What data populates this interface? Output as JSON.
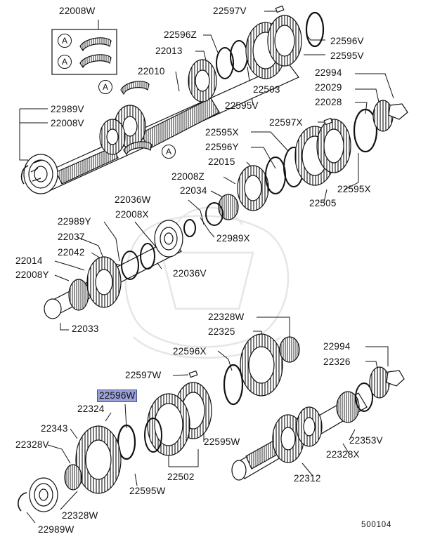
{
  "diagram": {
    "callout_letter": "A",
    "drawing_code": "500104",
    "parts": [
      {
        "id": "p1",
        "number": "22008W"
      },
      {
        "id": "p2",
        "number": "22597V"
      },
      {
        "id": "p3",
        "number": "22596Z"
      },
      {
        "id": "p4",
        "number": "22013"
      },
      {
        "id": "p5",
        "number": "22596V"
      },
      {
        "id": "p6",
        "number": "22595V"
      },
      {
        "id": "p7",
        "number": "22010"
      },
      {
        "id": "p8",
        "number": "22503"
      },
      {
        "id": "p9",
        "number": "22994"
      },
      {
        "id": "p10",
        "number": "22029"
      },
      {
        "id": "p11",
        "number": "22595V"
      },
      {
        "id": "p12",
        "number": "22989V"
      },
      {
        "id": "p13",
        "number": "22028"
      },
      {
        "id": "p14",
        "number": "22008V"
      },
      {
        "id": "p15",
        "number": "22597X"
      },
      {
        "id": "p16",
        "number": "22595X"
      },
      {
        "id": "p17",
        "number": "22596Y"
      },
      {
        "id": "p18",
        "number": "22015"
      },
      {
        "id": "p19",
        "number": "22008Z"
      },
      {
        "id": "p20",
        "number": "22595X"
      },
      {
        "id": "p21",
        "number": "22036W"
      },
      {
        "id": "p22",
        "number": "22034"
      },
      {
        "id": "p23",
        "number": "22505"
      },
      {
        "id": "p24",
        "number": "22989Y"
      },
      {
        "id": "p25",
        "number": "22008X"
      },
      {
        "id": "p26",
        "number": "22037"
      },
      {
        "id": "p27",
        "number": "22989X"
      },
      {
        "id": "p28",
        "number": "22042"
      },
      {
        "id": "p29",
        "number": "22014"
      },
      {
        "id": "p30",
        "number": "22008Y"
      },
      {
        "id": "p31",
        "number": "22036V"
      },
      {
        "id": "p32",
        "number": "22033"
      },
      {
        "id": "p33",
        "number": "22328W"
      },
      {
        "id": "p34",
        "number": "22325"
      },
      {
        "id": "p35",
        "number": "22596X"
      },
      {
        "id": "p36",
        "number": "22994"
      },
      {
        "id": "p37",
        "number": "22326"
      },
      {
        "id": "p38",
        "number": "22597W"
      },
      {
        "id": "p39",
        "number": "22596W"
      },
      {
        "id": "p40",
        "number": "22324"
      },
      {
        "id": "p41",
        "number": "22343"
      },
      {
        "id": "p42",
        "number": "22353V"
      },
      {
        "id": "p43",
        "number": "22328V"
      },
      {
        "id": "p44",
        "number": "22595W"
      },
      {
        "id": "p45",
        "number": "22328X"
      },
      {
        "id": "p46",
        "number": "22502"
      },
      {
        "id": "p47",
        "number": "22312"
      },
      {
        "id": "p48",
        "number": "22595W"
      },
      {
        "id": "p49",
        "number": "22328W"
      },
      {
        "id": "p50",
        "number": "22989W"
      }
    ]
  }
}
